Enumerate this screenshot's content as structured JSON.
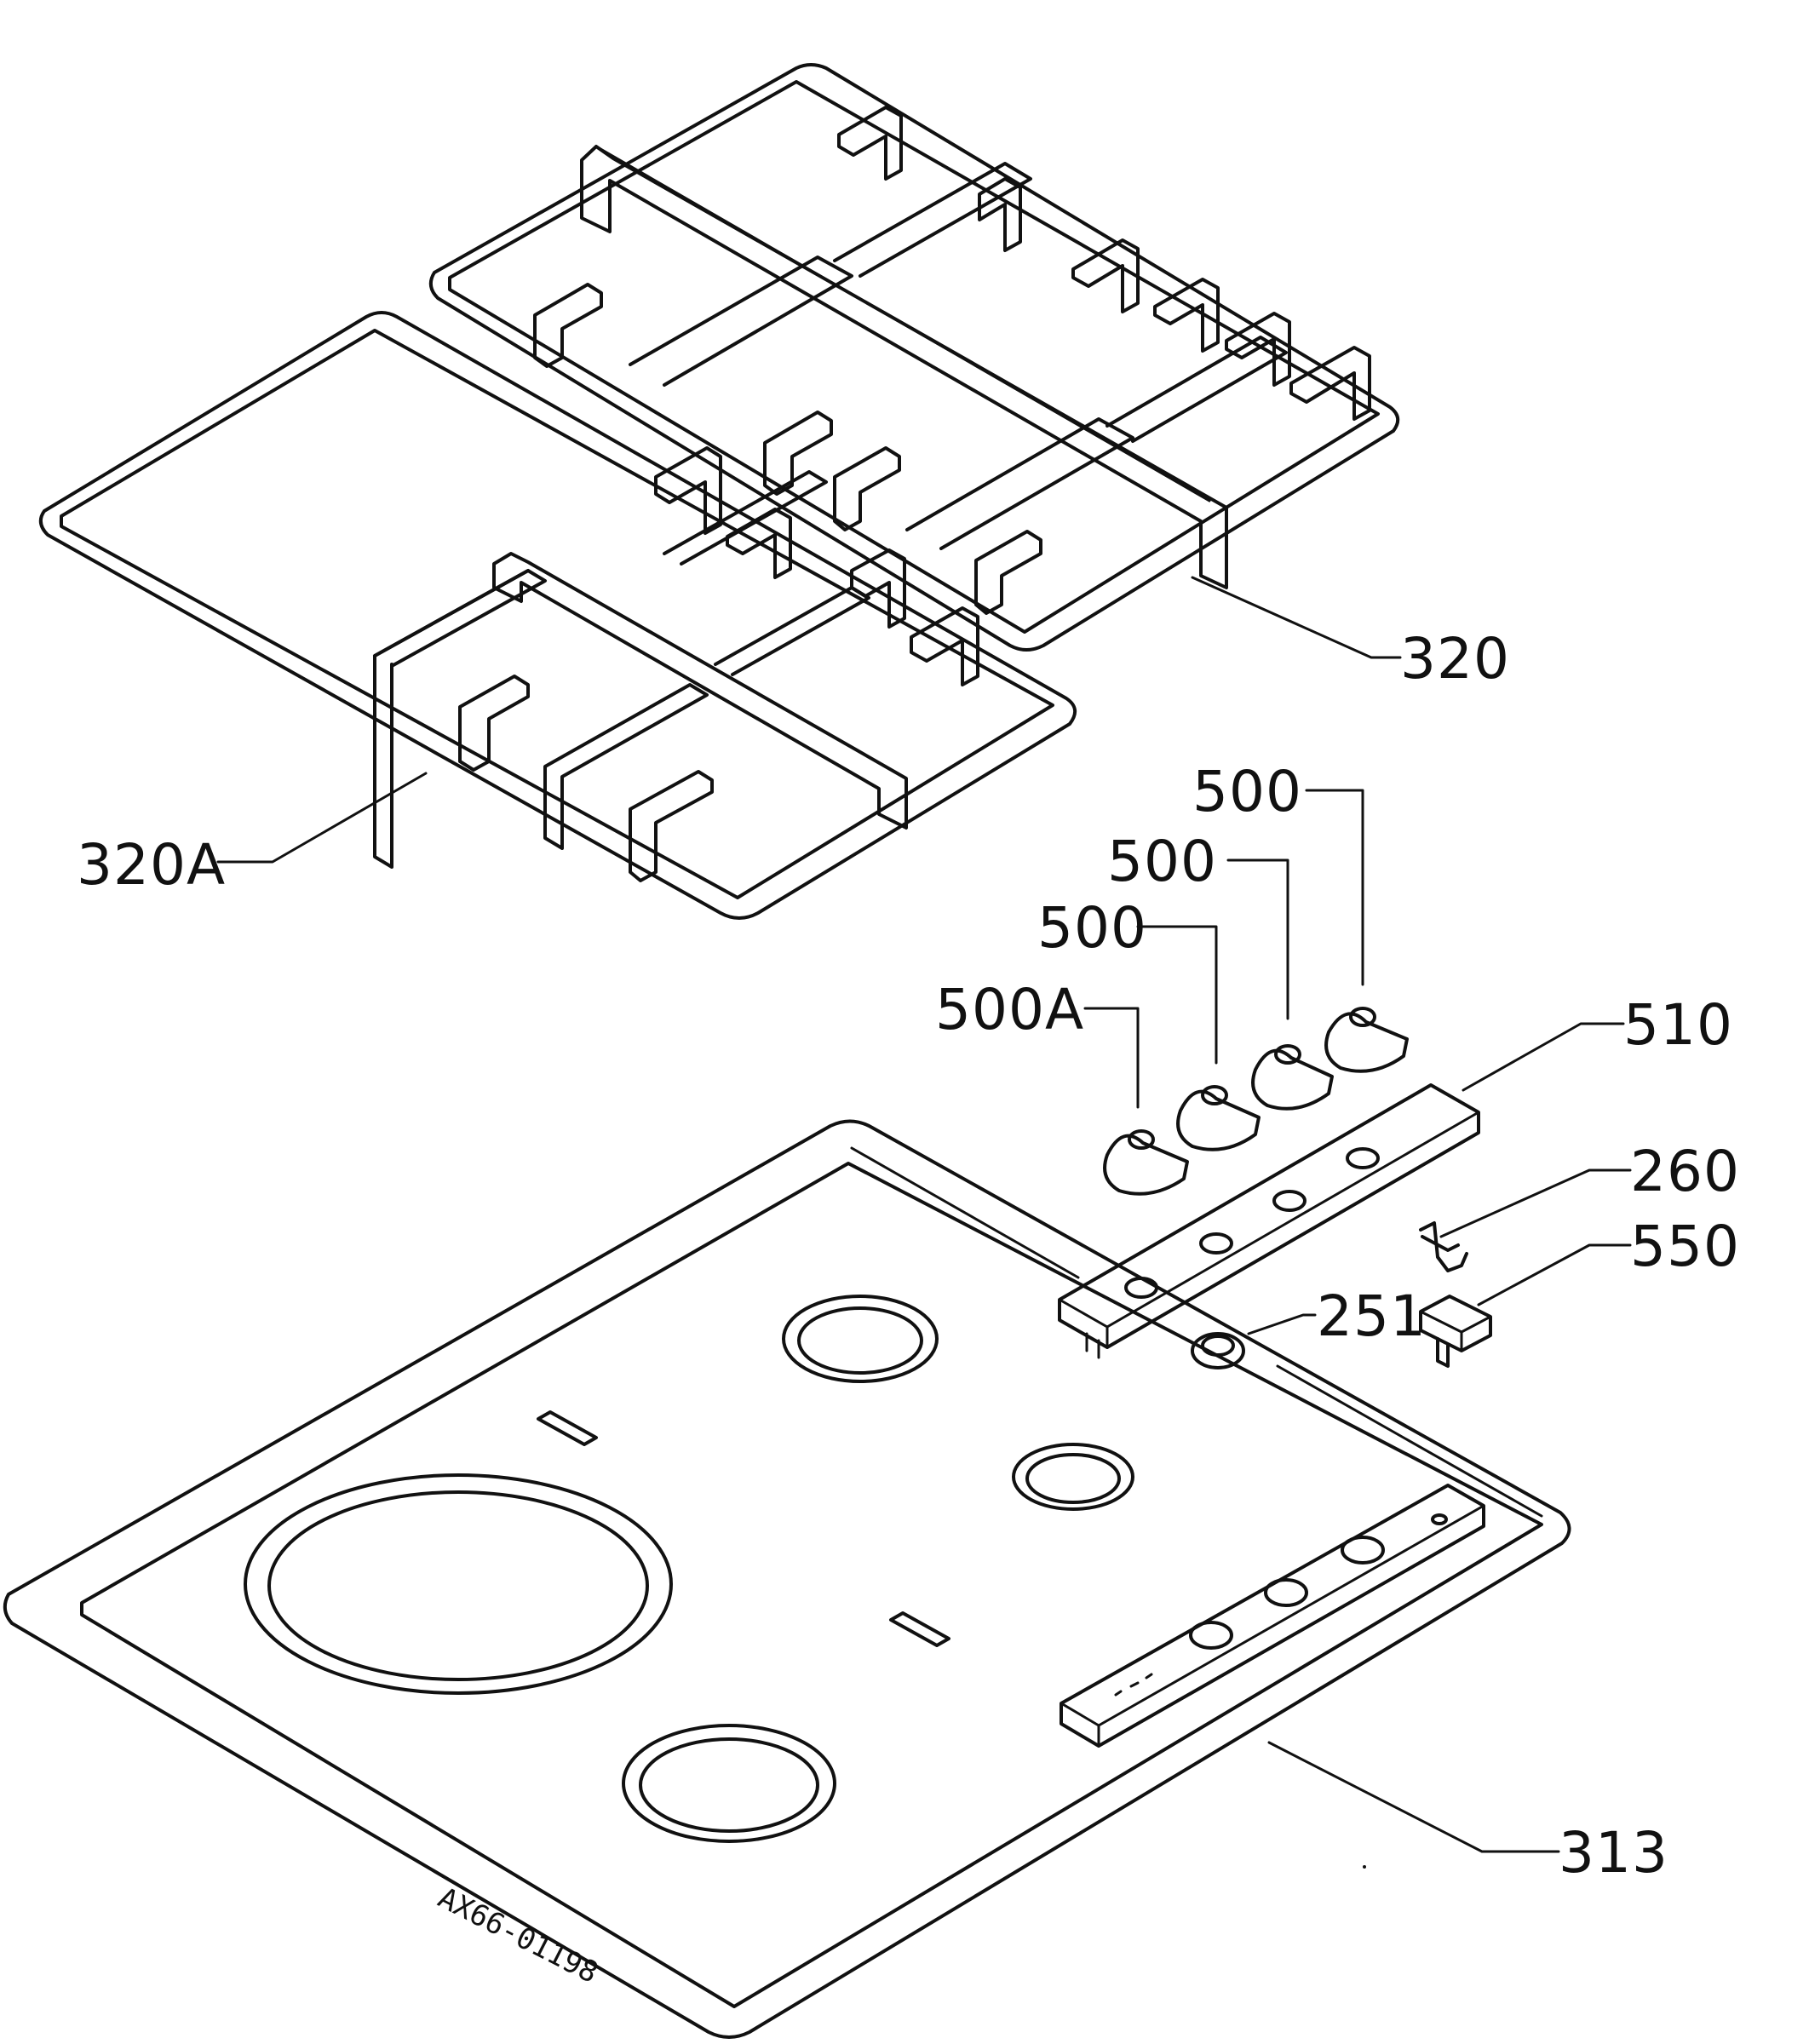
{
  "labels": {
    "grid_right": "320",
    "grid_left": "320A",
    "knob_1": "500",
    "knob_2": "500",
    "knob_3": "500",
    "knob_4": "500A",
    "control_panel": "510",
    "spring_clip": "260",
    "bracket": "550",
    "grommet": "251",
    "hob_top": "313"
  },
  "drawing_code": "AX66-01198"
}
